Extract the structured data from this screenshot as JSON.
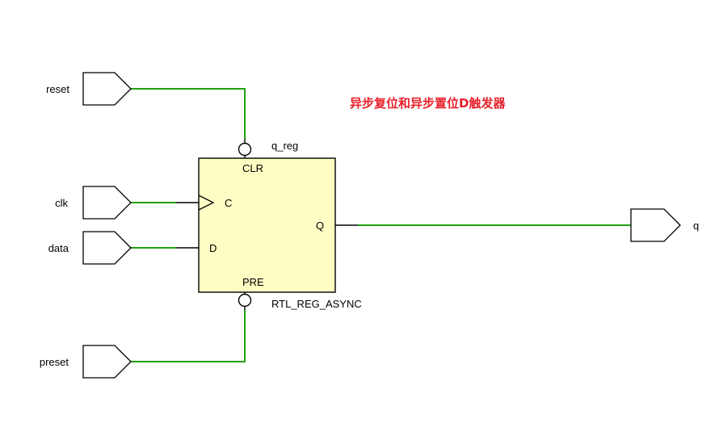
{
  "title": "异步复位和异步置位D触发器",
  "colors": {
    "wire": "#22a012",
    "cell_fill": "#fdfdc4",
    "title": "#e8202a"
  },
  "input_ports": [
    {
      "name": "reset"
    },
    {
      "name": "clk"
    },
    {
      "name": "data"
    },
    {
      "name": "preset"
    }
  ],
  "output_ports": [
    {
      "name": "q"
    }
  ],
  "cell": {
    "instance": "q_reg",
    "type": "RTL_REG_ASYNC",
    "pins": {
      "clr": "CLR",
      "c": "C",
      "d": "D",
      "q": "Q",
      "pre": "PRE"
    }
  }
}
